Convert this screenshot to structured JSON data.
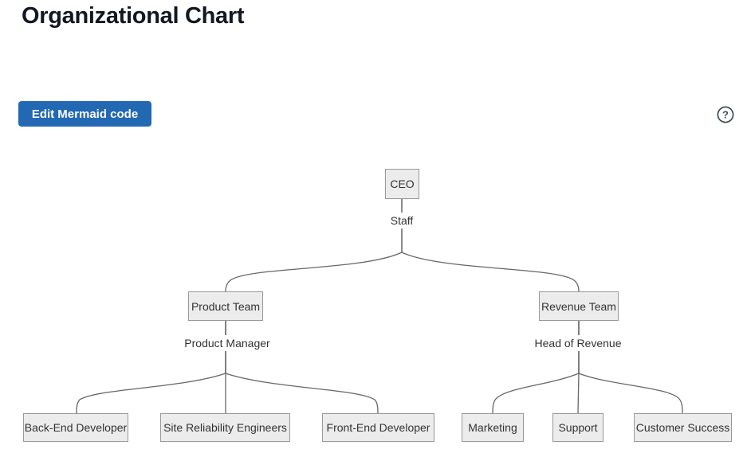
{
  "header": {
    "title": "Organizational Chart"
  },
  "toolbar": {
    "edit_button_label": "Edit Mermaid code",
    "help_glyph": "?"
  },
  "colors": {
    "button_bg": "#2368b2",
    "button_text": "#ffffff",
    "node_fill": "#ececec",
    "node_border": "#999999",
    "edge_line": "#666666",
    "node_text": "#333333",
    "title_text": "#131721",
    "help_icon": "#3e4a57"
  },
  "diagram": {
    "type": "org-chart-tree",
    "nodes": [
      {
        "id": "ceo",
        "label": "CEO"
      },
      {
        "id": "product-team",
        "label": "Product Team"
      },
      {
        "id": "revenue-team",
        "label": "Revenue Team"
      },
      {
        "id": "back-end-developer",
        "label": "Back-End Developer"
      },
      {
        "id": "site-reliability-engineers",
        "label": "Site Reliability Engineers"
      },
      {
        "id": "front-end-developer",
        "label": "Front-End Developer"
      },
      {
        "id": "marketing",
        "label": "Marketing"
      },
      {
        "id": "support",
        "label": "Support"
      },
      {
        "id": "customer-success",
        "label": "Customer Success"
      }
    ],
    "edges": [
      {
        "from": "CEO",
        "label": "Staff",
        "to": [
          "Product Team",
          "Revenue Team"
        ]
      },
      {
        "from": "Product Team",
        "label": "Product Manager",
        "to": [
          "Back-End Developer",
          "Site Reliability Engineers",
          "Front-End Developer"
        ]
      },
      {
        "from": "Revenue Team",
        "label": "Head of Revenue",
        "to": [
          "Marketing",
          "Support",
          "Customer Success"
        ]
      }
    ]
  }
}
